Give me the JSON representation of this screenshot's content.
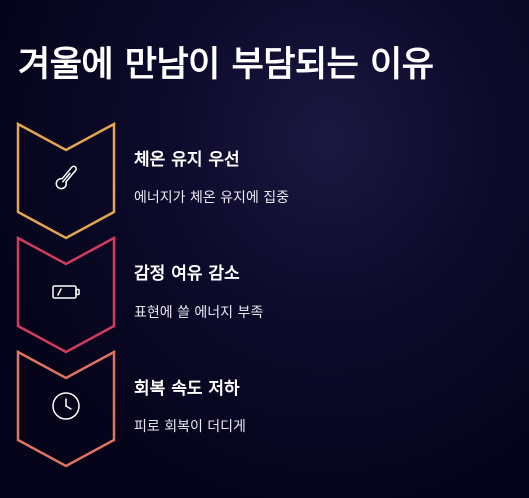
{
  "title": "겨울에 만남이 부담되는 이유",
  "colors": {
    "step1": "#e6a64f",
    "step2": "#d23c5c",
    "step3": "#e0735f"
  },
  "steps": [
    {
      "icon": "thermometer-icon",
      "title": "체온 유지 우선",
      "desc": "에너지가 체온 유지에 집중"
    },
    {
      "icon": "low-battery-icon",
      "title": "감정 여유 감소",
      "desc": "표현에 쓸 에너지 부족"
    },
    {
      "icon": "clock-icon",
      "title": "회복 속도 저하",
      "desc": "피로 회복이 더디게"
    }
  ]
}
